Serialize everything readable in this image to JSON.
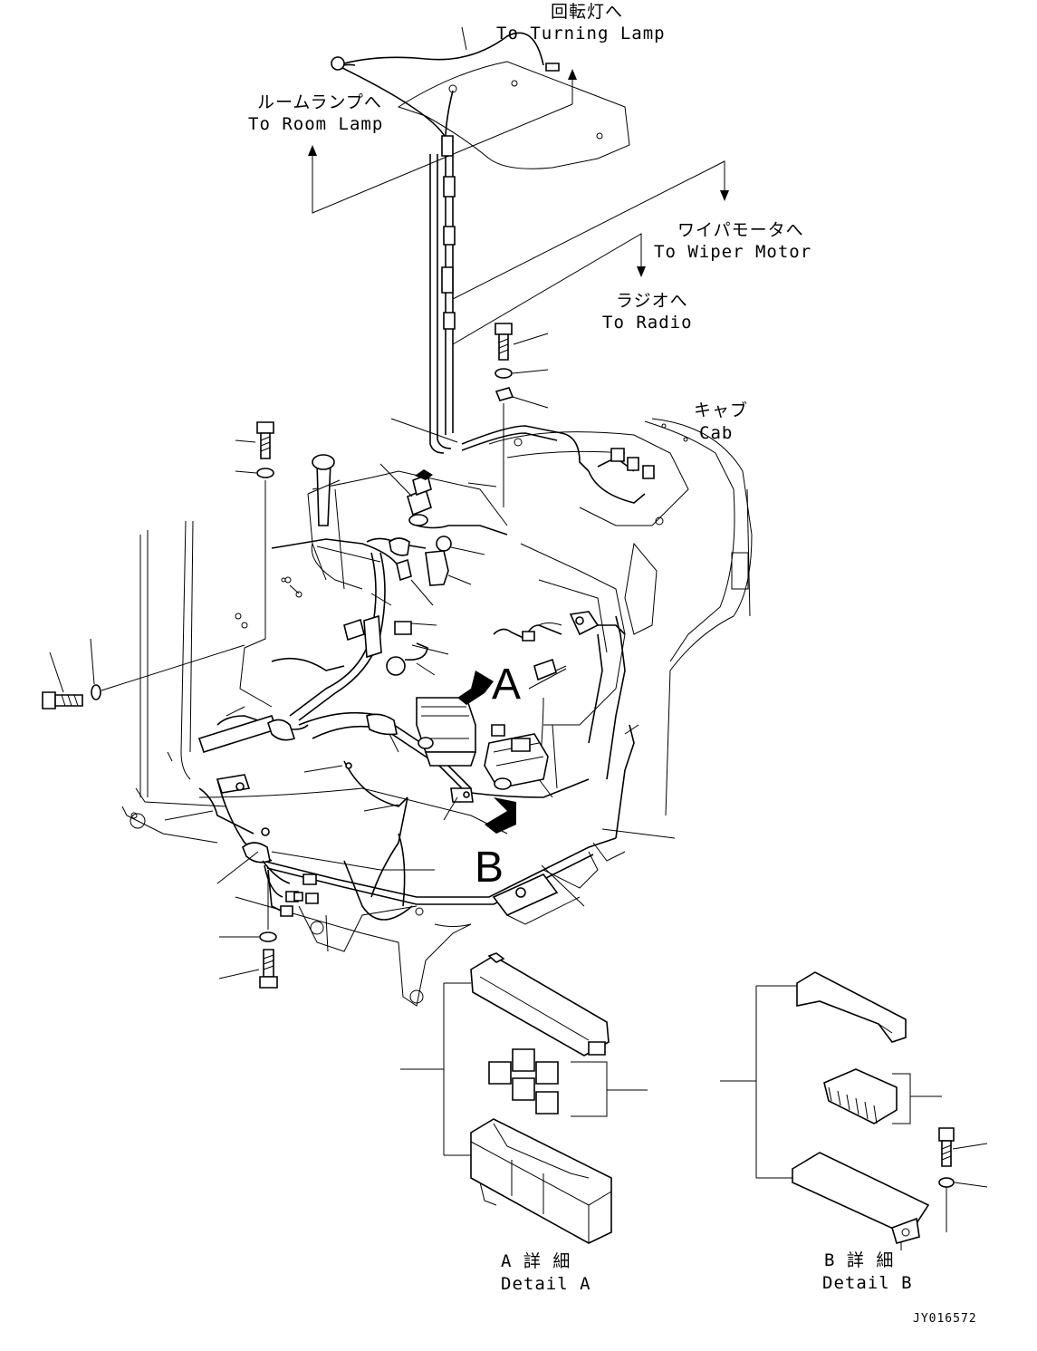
{
  "labels": {
    "turning_lamp_jp": "回転灯へ",
    "turning_lamp_en": "To Turning Lamp",
    "room_lamp_jp": "ルームランプへ",
    "room_lamp_en": "To Room Lamp",
    "wiper_motor_jp": "ワイパモータへ",
    "wiper_motor_en": "To Wiper Motor",
    "radio_jp": "ラジオへ",
    "radio_en": "To Radio",
    "cab_jp": "キャブ",
    "cab_en": "Cab",
    "view_a": "A",
    "view_b": "B",
    "detail_a_jp": "A 詳 細",
    "detail_a_en": "Detail A",
    "detail_b_jp": "B 詳 細",
    "detail_b_en": "Detail B",
    "drawing_no": "JY016572"
  }
}
